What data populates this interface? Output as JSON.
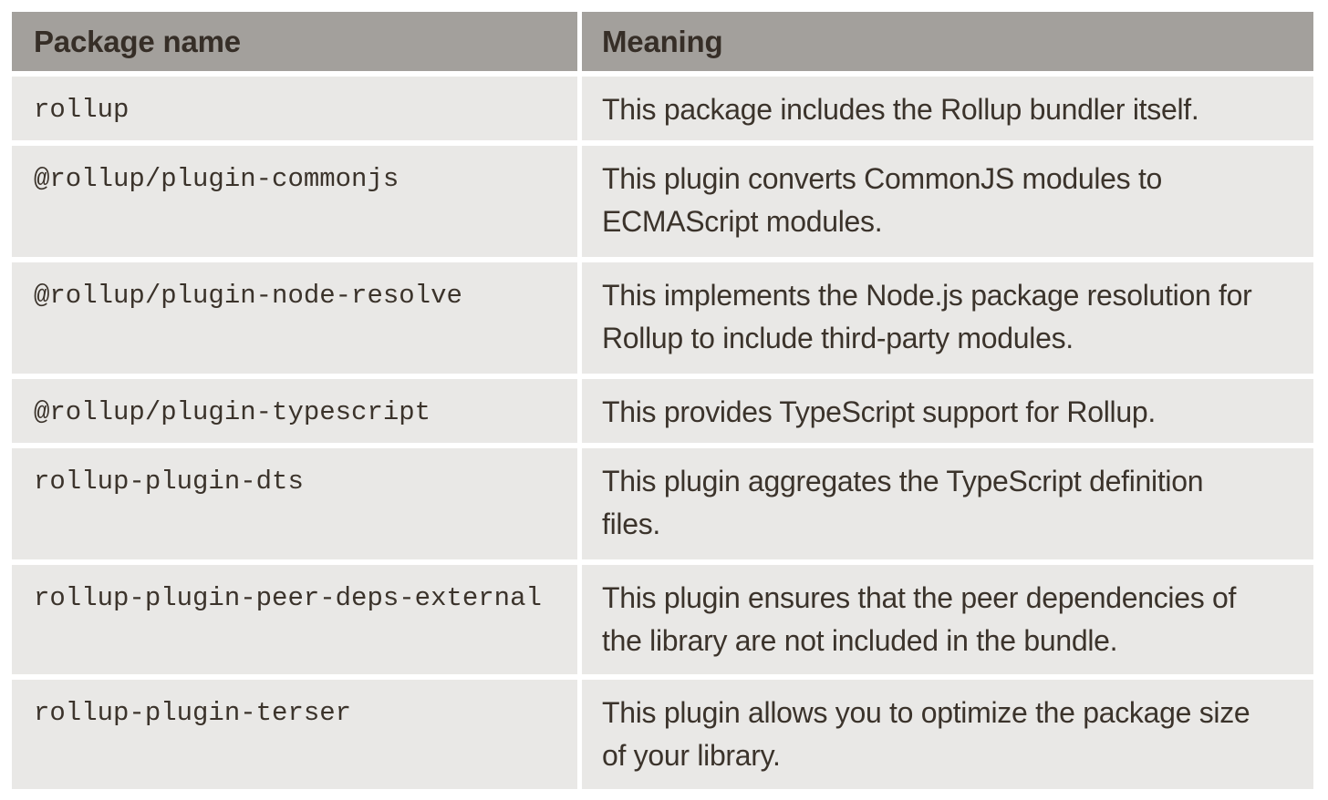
{
  "colors": {
    "header_bg": "#a3a09c",
    "row_bg": "#e9e8e6",
    "text": "#3b332b",
    "gutter": "#ffffff"
  },
  "table": {
    "columns": [
      "Package name",
      "Meaning"
    ],
    "rows": [
      {
        "package": "rollup",
        "meaning": "This package includes the Rollup bundler itself."
      },
      {
        "package": "@rollup/plugin-commonjs",
        "meaning": "This plugin converts CommonJS modules to\nECMAScript modules."
      },
      {
        "package": "@rollup/plugin-node-resolve",
        "meaning": "This implements the Node.js package resolution for\nRollup to include third-party modules."
      },
      {
        "package": "@rollup/plugin-typescript",
        "meaning": "This provides TypeScript support for Rollup."
      },
      {
        "package": "rollup-plugin-dts",
        "meaning": "This plugin aggregates the TypeScript definition\nfiles."
      },
      {
        "package": "rollup-plugin-peer-deps-external",
        "meaning": "This plugin ensures that the peer dependencies of\nthe library are not included in the bundle."
      },
      {
        "package": "rollup-plugin-terser",
        "meaning": "This plugin allows you to optimize the package size\nof your library."
      }
    ]
  }
}
